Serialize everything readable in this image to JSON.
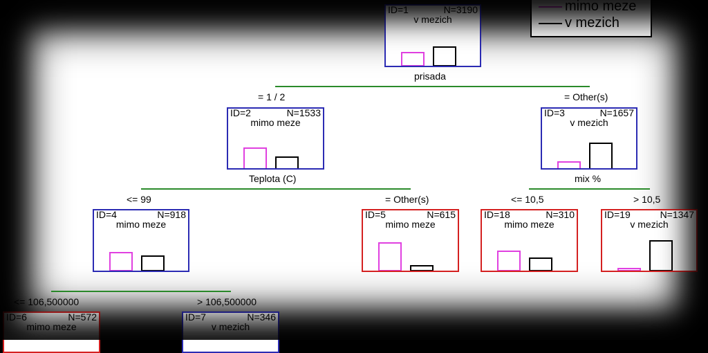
{
  "legend": {
    "items": [
      {
        "label": "mimo meze",
        "color": "#e040e0"
      },
      {
        "label": "v mezich",
        "color": "#000000"
      }
    ]
  },
  "nodes": {
    "n1": {
      "id": "ID=1",
      "n": "N=3190",
      "cls": "v mezich",
      "pink": 0.42,
      "black": 0.58
    },
    "n2": {
      "id": "ID=2",
      "n": "N=1533",
      "cls": "mimo meze",
      "pink": 0.63,
      "black": 0.37
    },
    "n3": {
      "id": "ID=3",
      "n": "N=1657",
      "cls": "v mezich",
      "pink": 0.23,
      "black": 0.77
    },
    "n4": {
      "id": "ID=4",
      "n": "N=918",
      "cls": "mimo meze",
      "pink": 0.55,
      "black": 0.45
    },
    "n5": {
      "id": "ID=5",
      "n": "N=615",
      "cls": "mimo meze",
      "pink": 0.83,
      "black": 0.17
    },
    "n18": {
      "id": "ID=18",
      "n": "N=310",
      "cls": "mimo meze",
      "pink": 0.6,
      "black": 0.4
    },
    "n19": {
      "id": "ID=19",
      "n": "N=1347",
      "cls": "v mezich",
      "pink": 0.1,
      "black": 0.9
    },
    "n6": {
      "id": "ID=6",
      "n": "N=572",
      "cls": "mimo meze"
    },
    "n7": {
      "id": "ID=7",
      "n": "N=346",
      "cls": "v mezich"
    }
  },
  "splits": {
    "s1": "prisada",
    "s2": "Teplota (C)",
    "s3": "mix %"
  },
  "branches": {
    "b2": "= 1 / 2",
    "b3": "= Other(s)",
    "b4": "<= 99",
    "b5": "= Other(s)",
    "b18": "<= 10,5",
    "b19": "> 10,5",
    "b6": "<= 106,500000",
    "b7": "> 106,500000"
  }
}
